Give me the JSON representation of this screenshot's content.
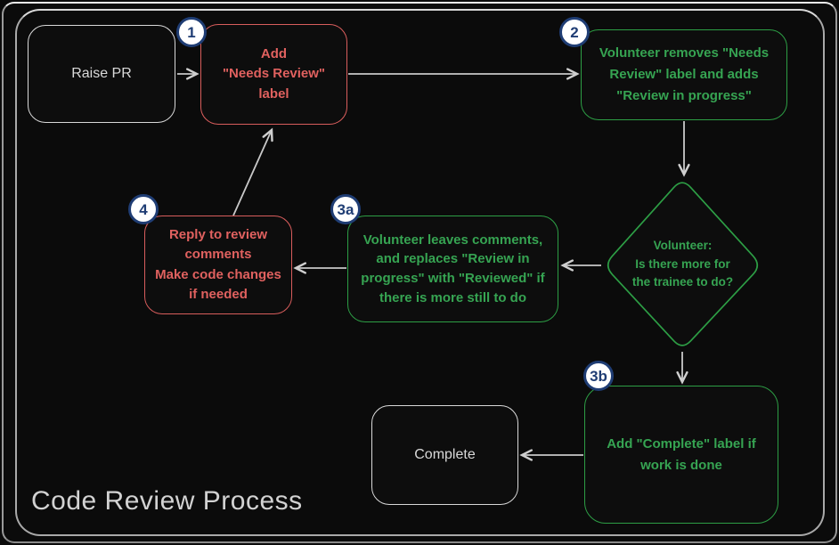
{
  "title": "Code Review Process",
  "colors": {
    "background": "#0b0b0b",
    "frame_border": "#a9a9a9",
    "neutral_node": "#d9d9d9",
    "red_node": "#e0615f",
    "green_node": "#2d9e45",
    "arrow": "#c9c9c9",
    "badge_background": "#ffffff",
    "badge_border": "#1f3d74"
  },
  "nodes": {
    "raise_pr": {
      "label": "Raise PR"
    },
    "add_needs_review": {
      "badge": "1",
      "label": "Add\n\"Needs Review\"\nlabel"
    },
    "volunteer_removes": {
      "badge": "2",
      "label": "Volunteer removes \"Needs\nReview\" label and adds\n\"Review in progress\""
    },
    "decision": {
      "label": "Volunteer:\nIs there more for\nthe trainee to do?"
    },
    "volunteer_leaves": {
      "badge": "3a",
      "label": "Volunteer leaves comments,\nand replaces \"Review in\nprogress\" with \"Reviewed\" if\nthere is more still to do"
    },
    "reply_to_review": {
      "badge": "4",
      "label": "Reply to review\ncomments\nMake code changes\nif needed"
    },
    "add_complete": {
      "badge": "3b",
      "label": "Add \"Complete\" label if\nwork is done"
    },
    "complete": {
      "label": "Complete"
    }
  }
}
